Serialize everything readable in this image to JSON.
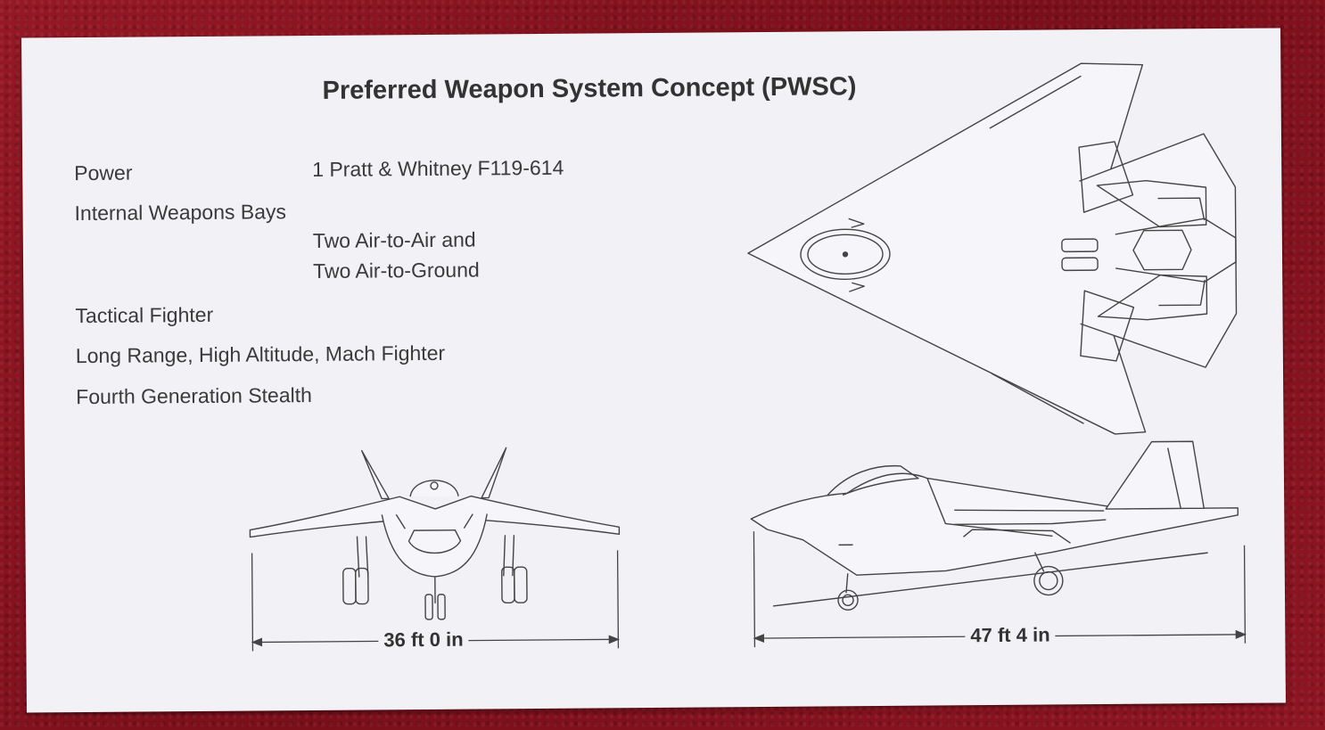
{
  "card": {
    "title": "Preferred Weapon System Concept (PWSC)",
    "specs": {
      "power_label": "Power",
      "power_value": "1 Pratt & Whitney F119-614",
      "weapons_label": "Internal Weapons Bays",
      "weapons_value_line1": "Two Air-to-Air and",
      "weapons_value_line2": "Two Air-to-Ground",
      "role_1": "Tactical Fighter",
      "role_2": "Long Range, High Altitude, Mach Fighter",
      "role_3": "Fourth Generation Stealth"
    },
    "dimensions": {
      "wingspan": "36 ft 0 in",
      "length": "47 ft 4 in"
    },
    "colors": {
      "ink": "#333333",
      "card": "#f2f1f6",
      "background": "#8a1420"
    }
  }
}
